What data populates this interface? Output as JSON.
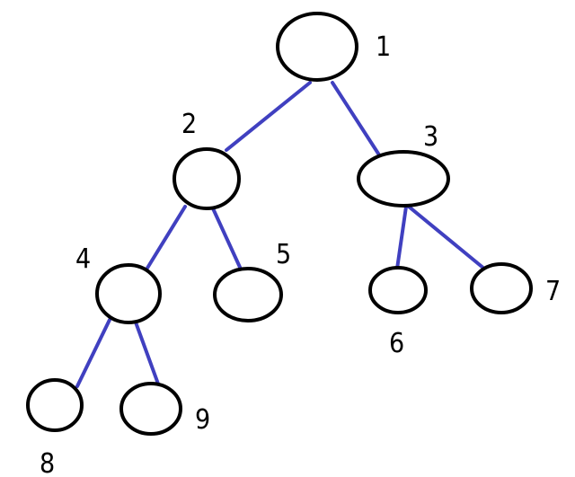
{
  "colors": {
    "edge": "#4040c0",
    "node_stroke": "#000000",
    "background": "#ffffff"
  },
  "tree": {
    "nodes": [
      {
        "id": "1",
        "label": "1"
      },
      {
        "id": "2",
        "label": "2"
      },
      {
        "id": "3",
        "label": "3"
      },
      {
        "id": "4",
        "label": "4"
      },
      {
        "id": "5",
        "label": "5"
      },
      {
        "id": "6",
        "label": "6"
      },
      {
        "id": "7",
        "label": "7"
      },
      {
        "id": "8",
        "label": "8"
      },
      {
        "id": "9",
        "label": "9"
      }
    ],
    "edges": [
      {
        "from": "1",
        "to": "2"
      },
      {
        "from": "1",
        "to": "3"
      },
      {
        "from": "2",
        "to": "4"
      },
      {
        "from": "2",
        "to": "5"
      },
      {
        "from": "3",
        "to": "6"
      },
      {
        "from": "3",
        "to": "7"
      },
      {
        "from": "4",
        "to": "8"
      },
      {
        "from": "4",
        "to": "9"
      }
    ]
  }
}
